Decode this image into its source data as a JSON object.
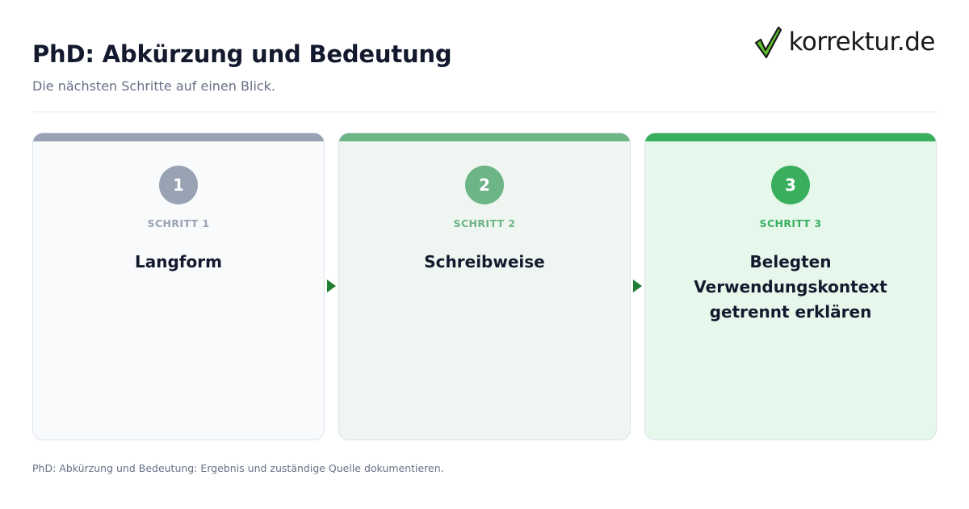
{
  "header": {
    "title": "PhD: Abkürzung und Bedeutung",
    "subtitle": "Die nächsten Schritte auf einen Blick."
  },
  "logo": {
    "text": "korrektur.de",
    "icon": "checkmark-icon",
    "icon_color": "#5ec22c"
  },
  "steps": [
    {
      "number": "1",
      "label": "SCHRITT 1",
      "title": "Langform",
      "accent_color": "#98a2b3",
      "background": "#f8fafc"
    },
    {
      "number": "2",
      "label": "SCHRITT 2",
      "title": "Schreibweise",
      "accent_color": "#6db486",
      "background": "#eff6f1"
    },
    {
      "number": "3",
      "label": "SCHRITT 3",
      "title": "Belegten Verwendungskontext getrennt erklären",
      "accent_color": "#39af5e",
      "background": "#e6f7ec"
    }
  ],
  "connector": {
    "icon": "arrow-right-icon",
    "color": "#1e7e34"
  },
  "footer": {
    "text": "PhD: Abkürzung und Bedeutung: Ergebnis und zuständige Quelle dokumentieren."
  }
}
